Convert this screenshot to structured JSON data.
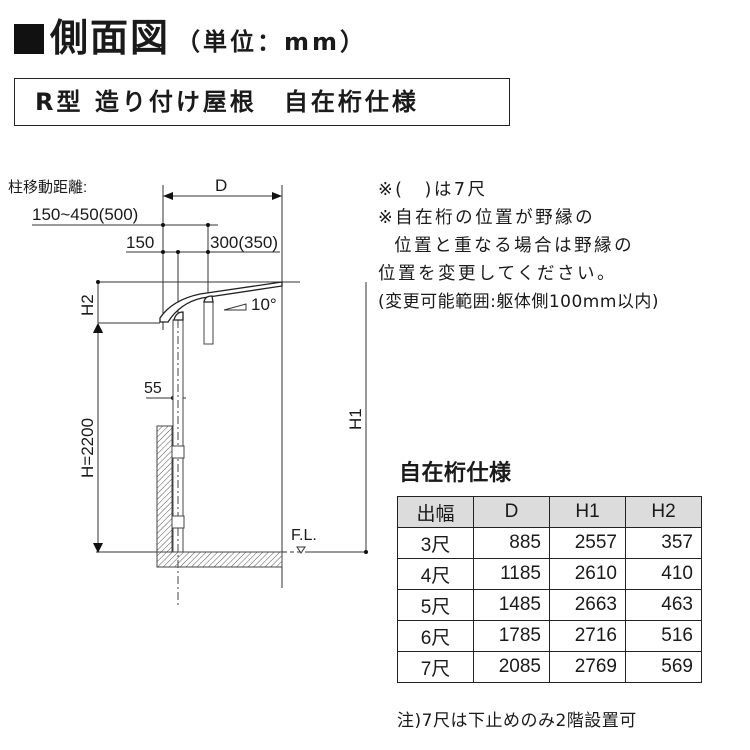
{
  "header": {
    "title": "側面図",
    "unit": "（単位：mm）",
    "subtitle": "R型 造り付け屋根　自在桁仕様"
  },
  "drawing": {
    "post_move_label": "柱移動距離:",
    "post_move_range": "150~450(500)",
    "dim_150": "150",
    "dim_300": "300(350)",
    "dim_D": "D",
    "dim_H2": "H2",
    "dim_H": "H=2200",
    "dim_H1": "H1",
    "dim_55": "55",
    "angle": "10°",
    "floor_level": "F.L."
  },
  "notes": {
    "line1": "※(　)は7尺",
    "line2": "※自在桁の位置が野縁の",
    "line3": "  位置と重なる場合は野縁の",
    "line4": "位置を変更してください。",
    "line5": "(変更可能範囲:躯体側100mm以内)"
  },
  "spec": {
    "title": "自在桁仕様",
    "headers": [
      "出幅",
      "D",
      "H1",
      "H2"
    ],
    "rows": [
      [
        "3尺",
        "885",
        "2557",
        "357"
      ],
      [
        "4尺",
        "1185",
        "2610",
        "410"
      ],
      [
        "5尺",
        "1485",
        "2663",
        "463"
      ],
      [
        "6尺",
        "1785",
        "2716",
        "516"
      ],
      [
        "7尺",
        "2085",
        "2769",
        "569"
      ]
    ],
    "footnote": "注)7尺は下止めのみ2階設置可"
  },
  "colors": {
    "line": "#222222",
    "header_bg": "#dcdcdc",
    "hatch": "#555555"
  }
}
